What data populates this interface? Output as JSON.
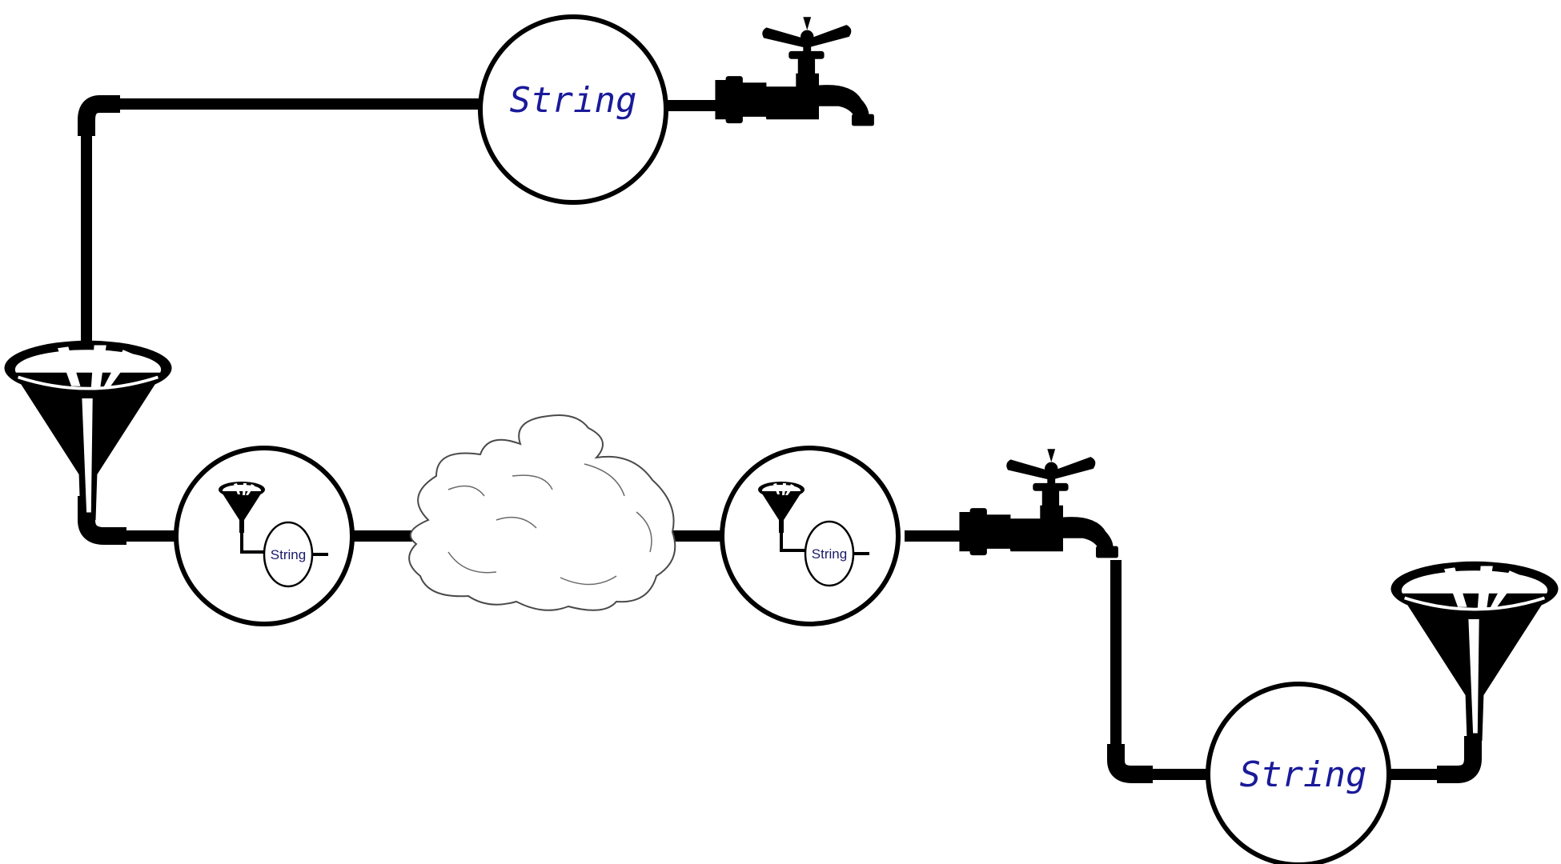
{
  "diagram": {
    "top_stage": {
      "label": "String"
    },
    "bottom_stage": {
      "label": "String"
    },
    "left_serializer": {
      "label": "String"
    },
    "right_serializer": {
      "label": "String"
    }
  },
  "icons": {
    "source": "faucet-icon",
    "sink": "funnel-icon",
    "network": "cloud-icon"
  },
  "colors": {
    "label_text": "#1a1a9a",
    "pipe": "#000000"
  }
}
